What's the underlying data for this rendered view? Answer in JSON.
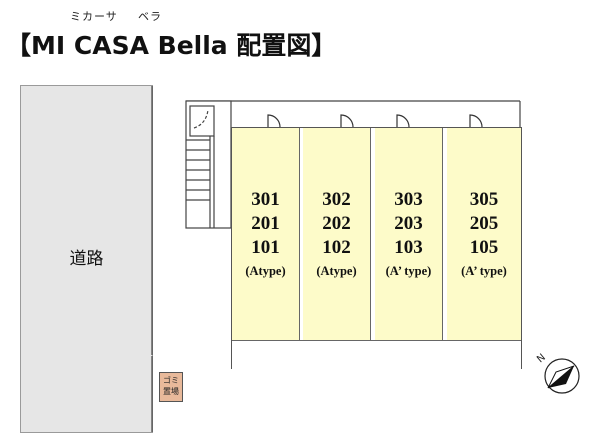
{
  "title": {
    "ruby_left": "ミカーサ",
    "ruby_right": "ベラ",
    "text": "【MI CASA Bella 配置図】"
  },
  "road": {
    "label": "道路"
  },
  "units": [
    {
      "rooms": [
        "301",
        "201",
        "101"
      ],
      "type": "(Atype)"
    },
    {
      "rooms": [
        "302",
        "202",
        "102"
      ],
      "type": "(Atype)"
    },
    {
      "rooms": [
        "303",
        "203",
        "103"
      ],
      "type": "(A’ type)"
    },
    {
      "rooms": [
        "305",
        "205",
        "105"
      ],
      "type": "(A’ type)"
    }
  ],
  "garbage": {
    "line1": "ゴミ",
    "line2": "置場"
  },
  "compass": {
    "label": "N",
    "icon": "north-arrow-icon"
  },
  "colors": {
    "unit_fill": "#fdfbc9",
    "road_fill": "#e6e6e6",
    "garbage_fill": "#e8b99a"
  }
}
